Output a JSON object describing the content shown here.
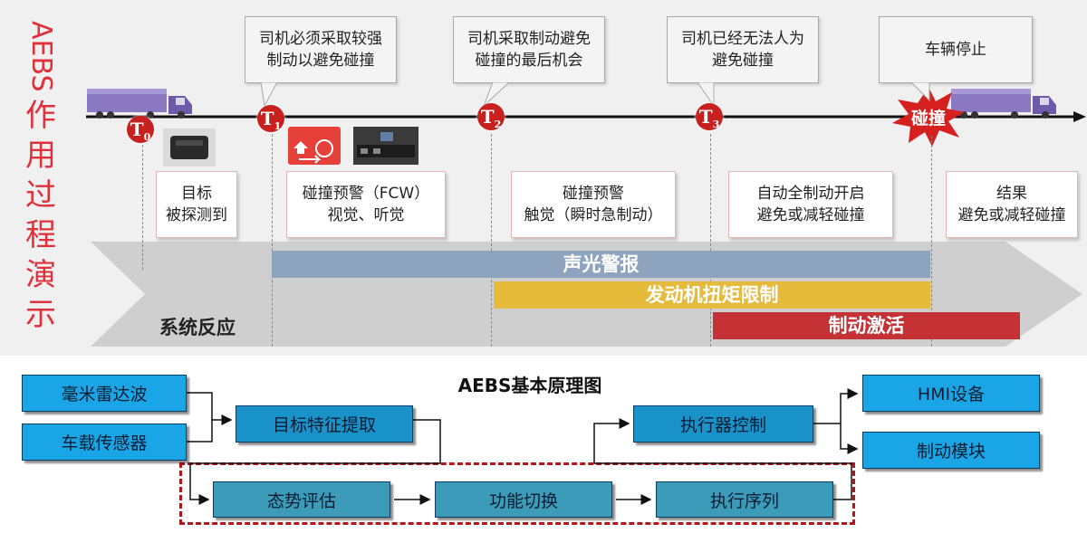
{
  "left_title": {
    "latin": "AEBS",
    "chars": [
      "作",
      "用",
      "过",
      "程",
      "演",
      "示"
    ]
  },
  "timeline": {
    "markers": [
      {
        "letter": "T",
        "sub": "0"
      },
      {
        "letter": "T",
        "sub": "1"
      },
      {
        "letter": "T",
        "sub": "2"
      },
      {
        "letter": "T",
        "sub": "3"
      }
    ],
    "collision_label": "碰撞",
    "top_callouts": [
      {
        "line1": "司机必须采取较强",
        "line2": "制动以避免碰撞"
      },
      {
        "line1": "司机采取制动避免",
        "line2": "碰撞的最后机会"
      },
      {
        "line1": "司机已经无法人为",
        "line2": "避免碰撞"
      },
      {
        "line1": "车辆停止",
        "line2": ""
      }
    ],
    "notes": [
      {
        "line1": "目标",
        "line2": "被探测到"
      },
      {
        "line1": "碰撞预警（FCW）",
        "line2": "视觉、听觉"
      },
      {
        "line1": "碰撞预警",
        "line2": "触觉（瞬时急制动）"
      },
      {
        "line1": "自动全制动开启",
        "line2": "避免或减轻碰撞"
      },
      {
        "line1": "结果",
        "line2": "避免或减轻碰撞"
      }
    ]
  },
  "system_response": {
    "label": "系统反应",
    "bars": [
      {
        "label": "声光警报",
        "color": "#8ea4be"
      },
      {
        "label": "发动机扭矩限制",
        "color": "#e6ba3a"
      },
      {
        "label": "制动激活",
        "color": "#c53236"
      }
    ]
  },
  "diagram": {
    "title": "AEBS基本原理图",
    "inputs": [
      "毫米雷达波",
      "车载传感器"
    ],
    "feature_extract": "目标特征提取",
    "pipeline": [
      "态势评估",
      "功能切换",
      "执行序列"
    ],
    "controller": "执行器控制",
    "outputs": [
      "HMI设备",
      "制动模块"
    ]
  },
  "colors": {
    "accent_red": "#c8201e",
    "box_blue": "#1aa6e6",
    "box_teal": "#3c9bb8",
    "frame_red": "#b8141c"
  }
}
